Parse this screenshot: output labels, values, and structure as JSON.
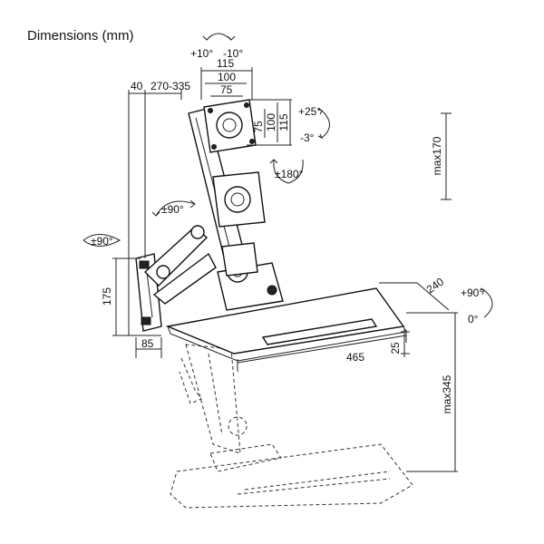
{
  "title": "Dimensions (mm)",
  "labels": {
    "tilt_up": "+10°",
    "tilt_down": "-10°",
    "w115": "115",
    "w100": "100",
    "w75": "75",
    "h75": "75",
    "h100": "100",
    "h115": "115",
    "tilt_pos": "+25°",
    "tilt_neg": "-3°",
    "rot180": "±180°",
    "max170": "max170",
    "d40": "40",
    "d270_335": "270-335",
    "swivel90_upper": "±90°",
    "swivel90_left": "±90°",
    "h175": "175",
    "w85": "85",
    "d240": "240",
    "kb_tilt_pos": "+90°",
    "kb_tilt_zero": "0°",
    "w465": "465",
    "h25": "25",
    "max345": "max345"
  }
}
